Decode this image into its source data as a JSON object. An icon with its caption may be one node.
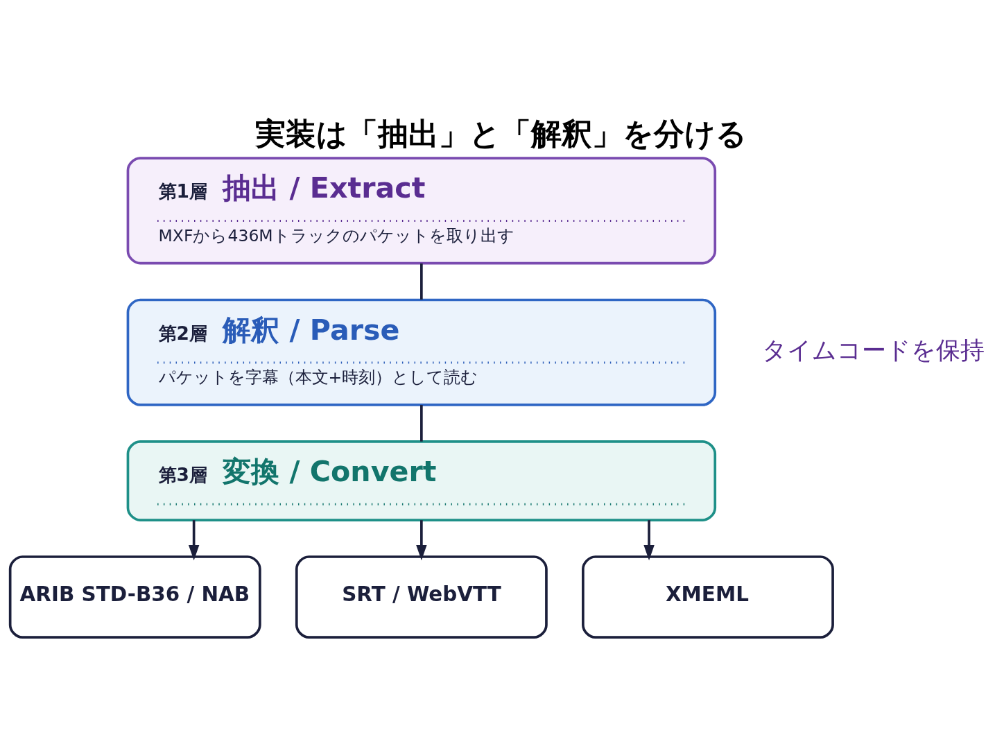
{
  "diagram": {
    "title": "実装は「抽出」と「解釈」を分ける",
    "nodes": [
      {
        "text": [
          "第1層",
          "抽出 / Extract",
          "MXFから436Mトラックのパケットを取り出す"
        ]
      },
      {
        "text": [
          "第2層",
          "解釈 / Parse",
          "パケットを字幕（本文+時刻）として読む"
        ]
      },
      {
        "text": [
          "第3層",
          "変換 / Convert"
        ]
      },
      {
        "text": [
          "ARIB STD-B36 / NAB"
        ]
      },
      {
        "text": [
          "SRT / WebVTT"
        ]
      },
      {
        "text": [
          "XMEML"
        ]
      }
    ],
    "edges": [
      {
        "from": 0,
        "to": 1,
        "arrow": "none"
      },
      {
        "from": 1,
        "to": 2,
        "arrow": "none"
      },
      {
        "from": 2,
        "to": 3,
        "arrow": "to"
      },
      {
        "from": 2,
        "to": 4,
        "arrow": "to"
      },
      {
        "from": 2,
        "to": 5,
        "arrow": "to"
      }
    ],
    "labels": [
      "タイムコードを保持"
    ]
  }
}
